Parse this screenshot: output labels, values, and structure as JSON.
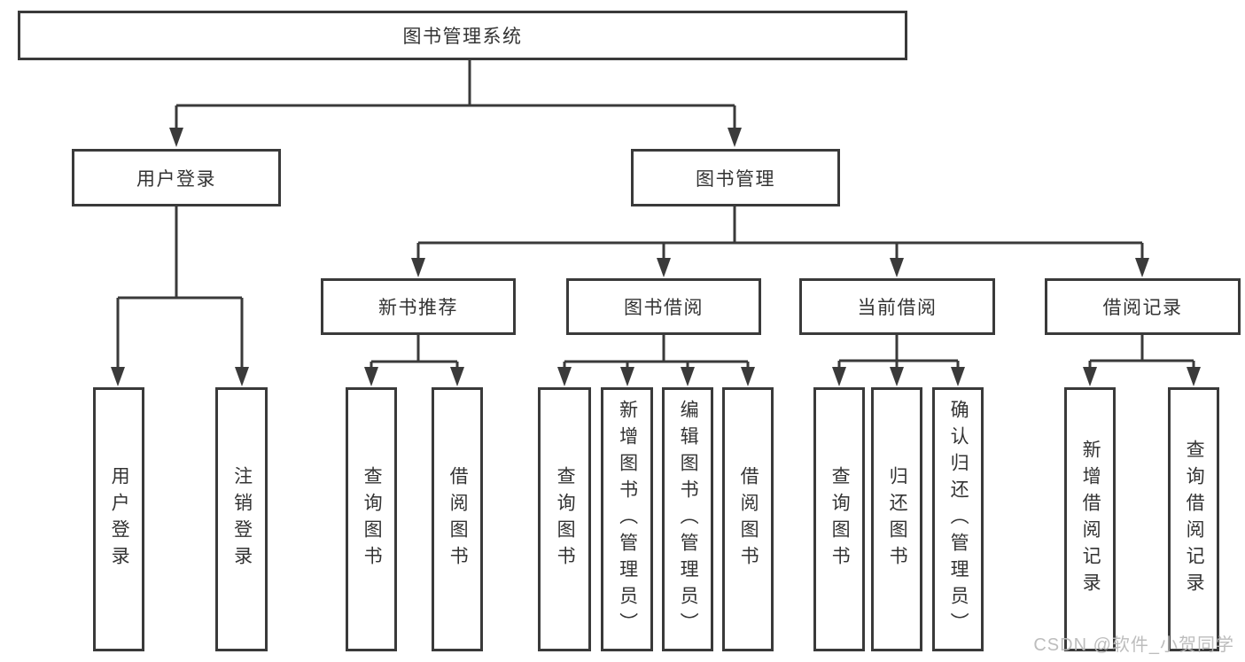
{
  "diagram": {
    "title": "图书管理系统",
    "type": "functional-structure-tree",
    "colors": {
      "line": "#3a3a3a",
      "box_border": "#3a3a3a",
      "text": "#333333",
      "background": "#ffffff",
      "watermark": "#b9b9b9"
    },
    "nodes": {
      "root": "图书管理系统",
      "user_login": "用户登录",
      "book_management": "图书管理",
      "new_book_recommend": "新书推荐",
      "book_borrowing": "图书借阅",
      "current_borrowing": "当前借阅",
      "borrowing_records": "借阅记录",
      "user_login_leaf": "用户登录",
      "logout": "注销登录",
      "rec_query_books": "查询图书",
      "rec_borrow_books": "借阅图书",
      "bb_query_books": "查询图书",
      "bb_add_books": "新增图书（管理员）",
      "bb_edit_books": "编辑图书（管理员）",
      "bb_borrow_books": "借阅图书",
      "cb_query_books": "查询图书",
      "cb_return_books": "归还图书",
      "cb_confirm_return": "确认归还（管理员）",
      "br_add_record": "新增借阅记录",
      "br_query_record": "查询借阅记录"
    },
    "structure": {
      "图书管理系统": [
        "用户登录",
        "图书管理"
      ],
      "用户登录": [
        "用户登录",
        "注销登录"
      ],
      "图书管理": [
        "新书推荐",
        "图书借阅",
        "当前借阅",
        "借阅记录"
      ],
      "新书推荐": [
        "查询图书",
        "借阅图书"
      ],
      "图书借阅": [
        "查询图书",
        "新增图书（管理员）",
        "编辑图书（管理员）",
        "借阅图书"
      ],
      "当前借阅": [
        "查询图书",
        "归还图书",
        "确认归还（管理员）"
      ],
      "借阅记录": [
        "新增借阅记录",
        "查询借阅记录"
      ]
    },
    "watermark": "CSDN @软件_小贺同学"
  }
}
